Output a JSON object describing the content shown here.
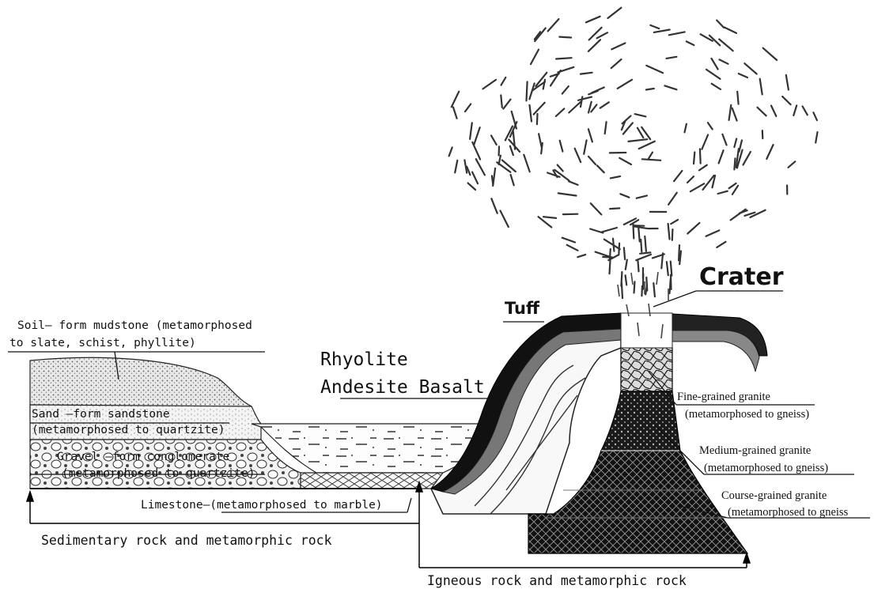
{
  "labels": {
    "soil": [
      "Soil— form mudstone (metamorphosed",
      "to slate, schist, phyllite)"
    ],
    "sand": [
      "Sand —form sandstone",
      "(metamorphosed to quartzite)"
    ],
    "gravel": [
      "Gravel —form conglomerate",
      "(metamorphosed to quartzite)"
    ],
    "limestone": "Limestone—(metamorphosed to marble)",
    "rhyolite": "Rhyolite",
    "andesite_basalt": "Andesite Basalt",
    "tuff": "Tuff",
    "crater": "Crater",
    "fine_granite": [
      "Fine-grained granite",
      "(metamorphosed to gneiss)"
    ],
    "medium_granite": [
      "Medium-grained granite",
      "(metamorphosed to gneiss)"
    ],
    "coarse_granite": [
      "Course-grained granite",
      "(metamorphosed to gneiss"
    ],
    "sedimentary": "Sedimentary rock and metamorphic rock",
    "igneous": "Igneous rock and metamorphic rock"
  }
}
